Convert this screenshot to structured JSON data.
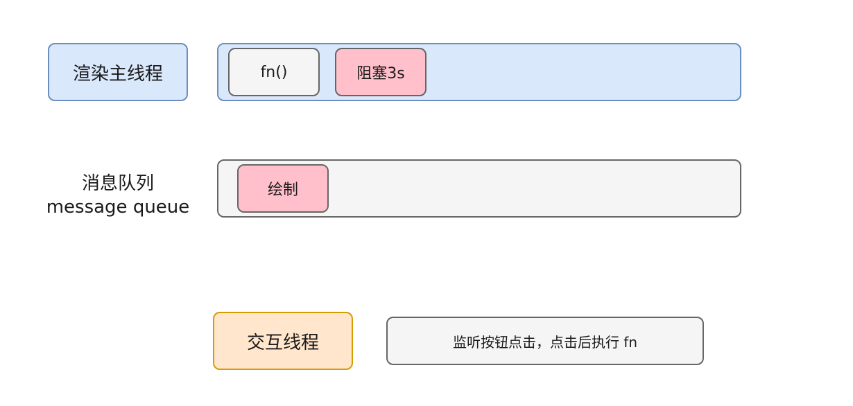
{
  "diagram": {
    "render_main_thread": {
      "label": "渲染主线程",
      "tasks": [
        "fn()",
        "阻塞3s"
      ]
    },
    "message_queue": {
      "label_cn": "消息队列",
      "label_en": "message queue",
      "tasks": [
        "绘制"
      ]
    },
    "interaction_thread": {
      "label": "交互线程",
      "description": "监听按钮点击，点击后执行 fn"
    },
    "colors": {
      "thread_fill": "#dae8fc",
      "thread_stroke": "#6c8ebf",
      "lane_fill": "#f5f5f5",
      "lane_stroke": "#666666",
      "blocking_task_fill": "#ffc0cb",
      "interaction_fill": "#ffe6cc",
      "interaction_stroke": "#d79b00"
    }
  }
}
